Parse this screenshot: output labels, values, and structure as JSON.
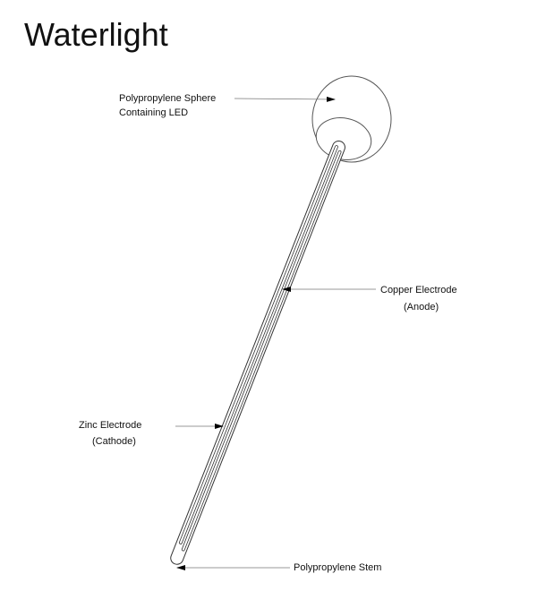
{
  "title": "Waterlight",
  "labels": {
    "sphere_line1": "Polypropylene Sphere",
    "sphere_line2": "Containing LED",
    "copper_line1": "Copper Electrode",
    "copper_line2": "(Anode)",
    "zinc_line1": "Zinc Electrode",
    "zinc_line2": "(Cathode)",
    "stem": "Polypropylene Stem"
  }
}
